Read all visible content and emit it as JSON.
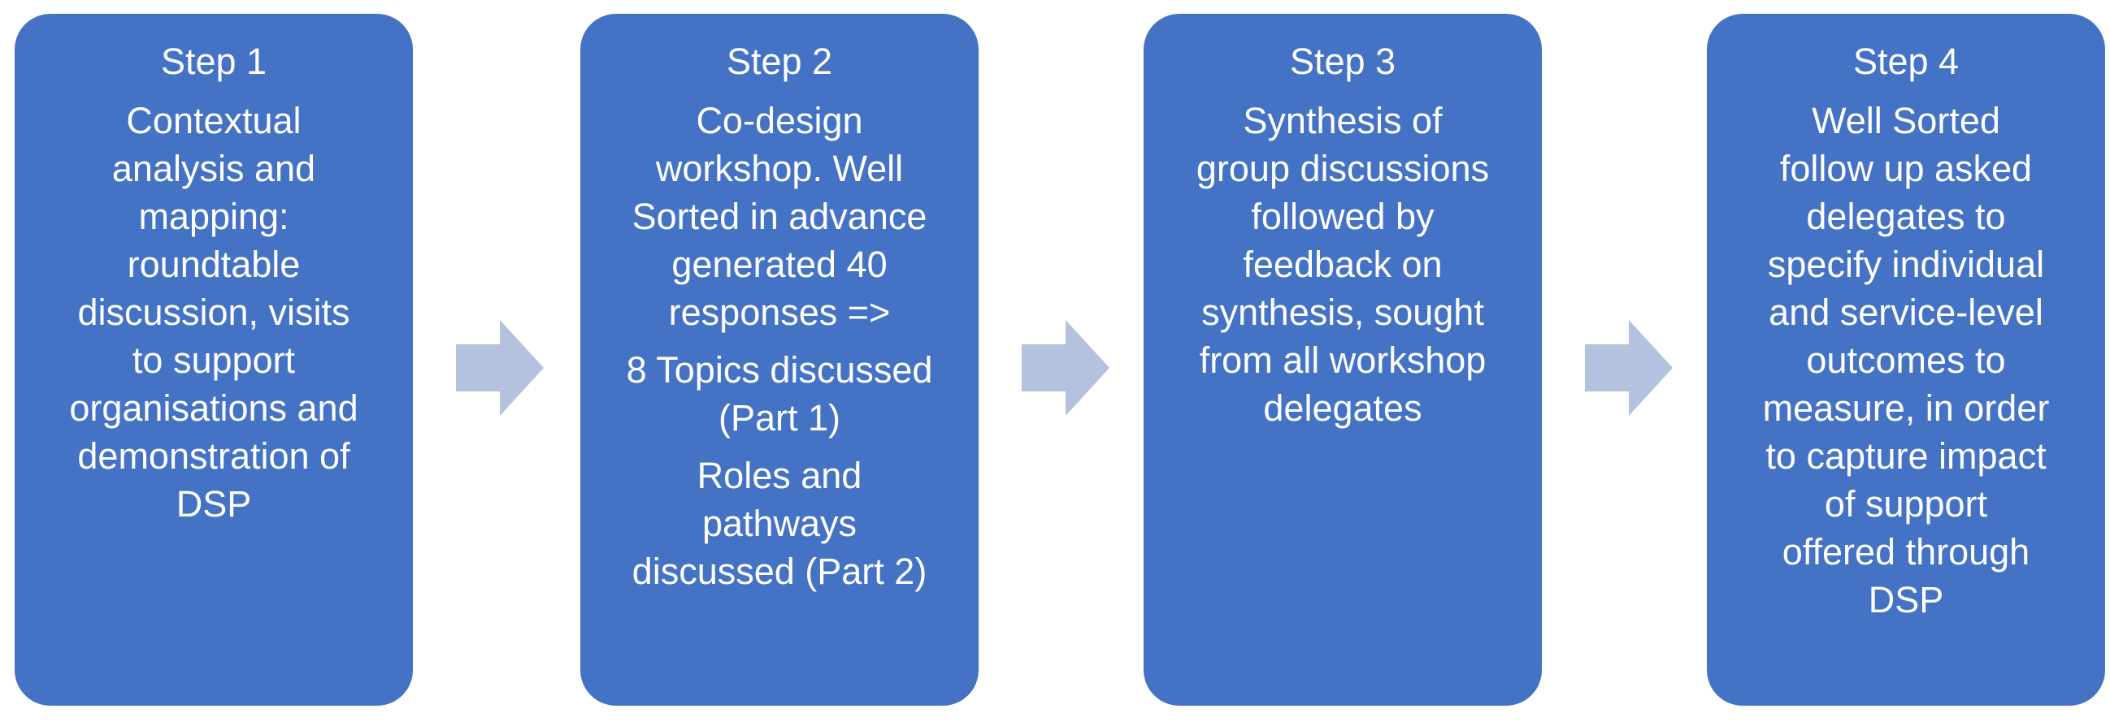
{
  "colors": {
    "box_fill": "#4472c4",
    "box_text": "#ffffff",
    "arrow_fill": "#b4c1df",
    "background": "#ffffff"
  },
  "steps": [
    {
      "title": "Step 1",
      "paragraphs": [
        [
          "Contextual",
          "analysis and",
          "mapping:",
          "roundtable",
          "discussion, visits",
          "to support",
          "organisations and",
          "demonstration of",
          "DSP"
        ]
      ]
    },
    {
      "title": "Step 2",
      "paragraphs": [
        [
          "Co-design",
          "workshop. Well",
          "Sorted in advance",
          "generated 40",
          "responses =>"
        ],
        [
          "8 Topics discussed",
          "(Part 1)"
        ],
        [
          "Roles and",
          "pathways",
          "discussed (Part 2)"
        ]
      ]
    },
    {
      "title": "Step 3",
      "paragraphs": [
        [
          "Synthesis of",
          "group discussions",
          "followed by",
          "feedback on",
          "synthesis, sought",
          "from all workshop",
          "delegates"
        ]
      ]
    },
    {
      "title": "Step 4",
      "paragraphs": [
        [
          "Well Sorted",
          "follow up asked",
          "delegates to",
          "specify individual",
          "and service-level",
          "outcomes to",
          "measure, in order",
          "to capture impact",
          "of support",
          "offered through",
          "DSP"
        ]
      ]
    }
  ],
  "arrows": [
    {
      "icon": "right-arrow-icon"
    },
    {
      "icon": "right-arrow-icon"
    },
    {
      "icon": "right-arrow-icon"
    }
  ]
}
